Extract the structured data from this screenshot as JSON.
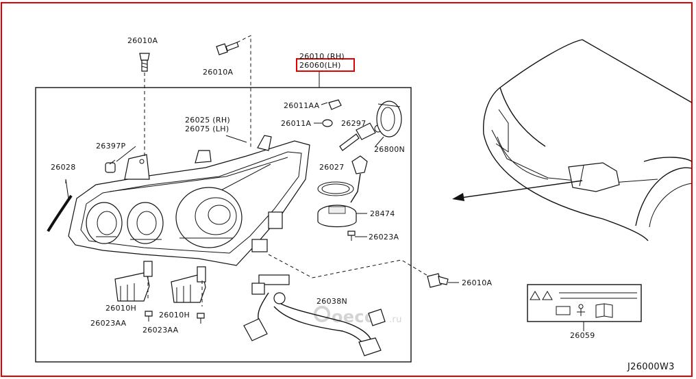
{
  "labels": {
    "p26010a_top": "26010A",
    "p26010a_bolt": "26010A",
    "p26010_rh": "26010 (RH)",
    "p26060_lh": "26060(LH)",
    "p26011aa": "26011AA",
    "p26011a": "26011A",
    "p26297": "26297",
    "p26800n": "26800N",
    "p26025_rh": "26025 (RH)",
    "p26075_lh": "26075 (LH)",
    "p26397p": "26397P",
    "p26028": "26028",
    "p26027": "26027",
    "p28474": "28474",
    "p26023a": "26023A",
    "p26010a_right": "26010A",
    "p26010h_left": "26010H",
    "p26010h_mid": "26010H",
    "p26023aa_left": "26023AA",
    "p26023aa_mid": "26023AA",
    "p26038n": "26038N",
    "p26059": "26059",
    "diagram_code": "J26000W3"
  },
  "watermark": "oeco",
  "watermark_tld": ".ru",
  "colors": {
    "border": "#e00000",
    "highlight": "#e00000",
    "line": "#111111"
  }
}
